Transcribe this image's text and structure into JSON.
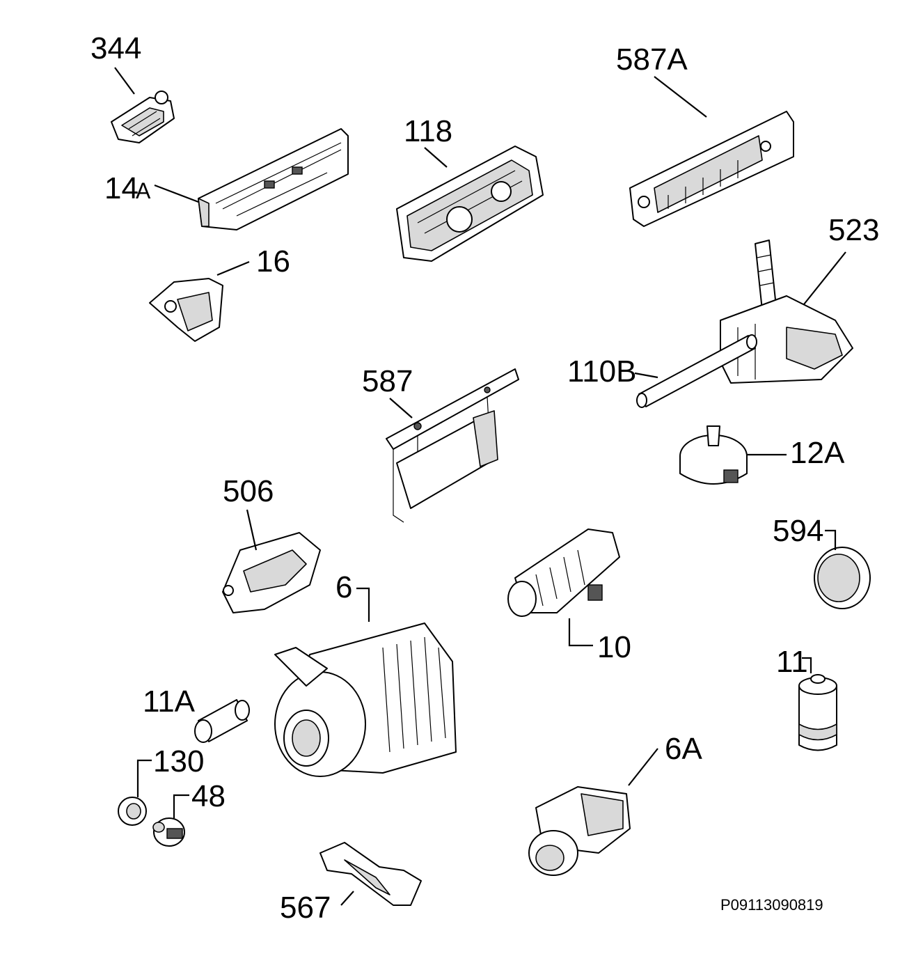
{
  "diagram": {
    "code": "P09113090819",
    "labels": {
      "l344": "344",
      "l587A": "587A",
      "l118": "118",
      "l14A_num": "14",
      "l14A_suf": "A",
      "l16": "16",
      "l523": "523",
      "l110B": "110B",
      "l587": "587",
      "l12A": "12A",
      "l506": "506",
      "l594": "594",
      "l6": "6",
      "l10": "10",
      "l11": "11",
      "l11A": "11A",
      "l130": "130",
      "l48": "48",
      "l6A": "6A",
      "l567": "567"
    }
  }
}
